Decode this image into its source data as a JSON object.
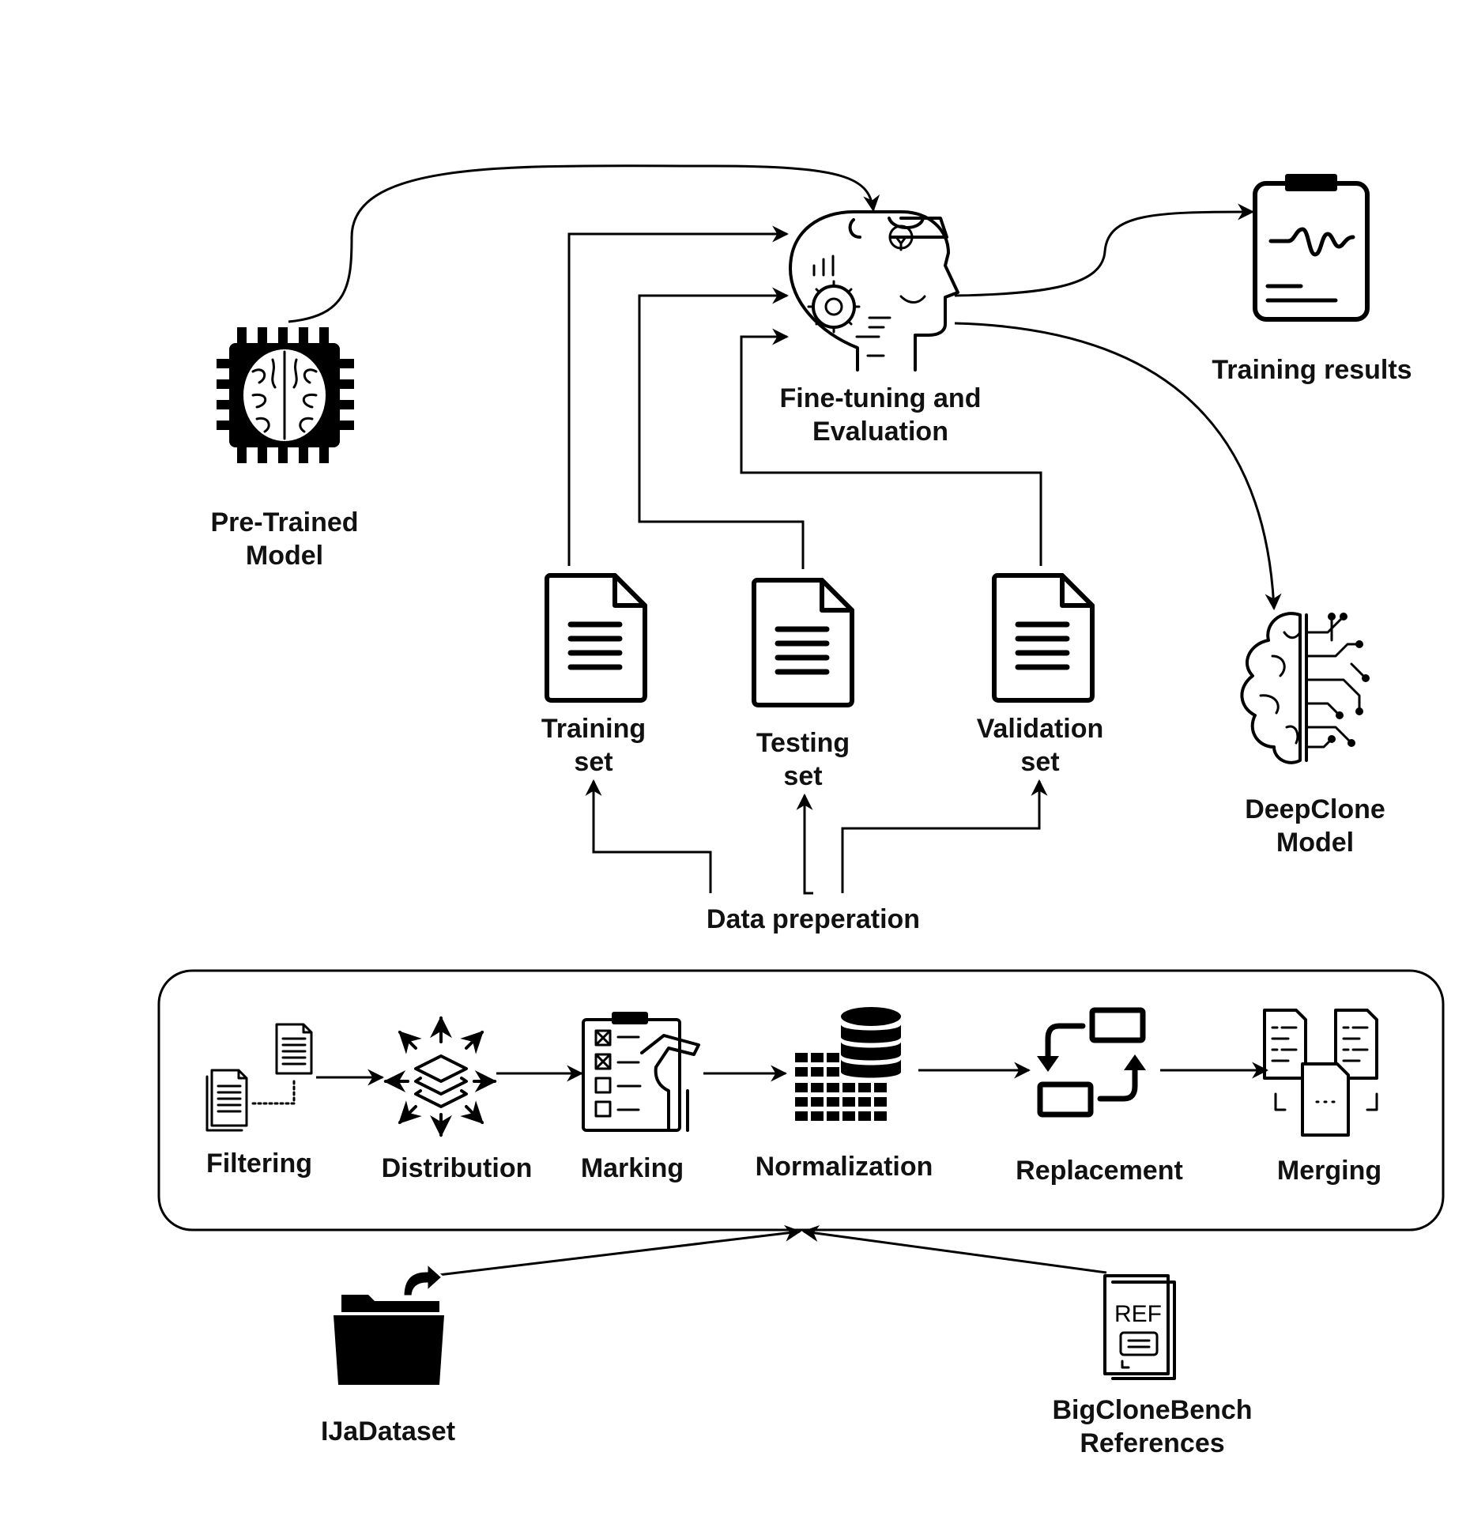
{
  "model": {
    "pretrained": {
      "line1": "Pre-Trained",
      "line2": "Model",
      "icon": "brain-chip-icon"
    },
    "finetuning": {
      "line1": "Fine-tuning and",
      "line2": "Evaluation",
      "icon": "ai-head-icon"
    },
    "results": {
      "label": "Training results",
      "icon": "clipboard-chart-icon"
    },
    "deepclone": {
      "line1": "DeepClone",
      "line2": "Model",
      "icon": "circuit-brain-icon"
    }
  },
  "datasets": {
    "training": {
      "line1": "Training",
      "line2": "set",
      "icon": "document-icon"
    },
    "testing": {
      "line1": "Testing",
      "line2": "set",
      "icon": "document-icon"
    },
    "validation": {
      "line1": "Validation",
      "line2": "set",
      "icon": "document-icon"
    }
  },
  "data_prep": {
    "label": "Data preperation"
  },
  "pipeline": {
    "steps": [
      {
        "label": "Filtering",
        "icon": "files-filter-icon"
      },
      {
        "label": "Distribution",
        "icon": "layers-distribute-icon"
      },
      {
        "label": "Marking",
        "icon": "checklist-icon"
      },
      {
        "label": "Normalization",
        "icon": "database-table-icon"
      },
      {
        "label": "Replacement",
        "icon": "swap-icon"
      },
      {
        "label": "Merging",
        "icon": "merge-documents-icon"
      }
    ]
  },
  "sources": {
    "ijadataset": {
      "label": "IJaDataset",
      "icon": "folder-icon"
    },
    "bigclonebench": {
      "line1": "BigCloneBench",
      "line2": "References",
      "icon": "ref-book-icon"
    }
  }
}
